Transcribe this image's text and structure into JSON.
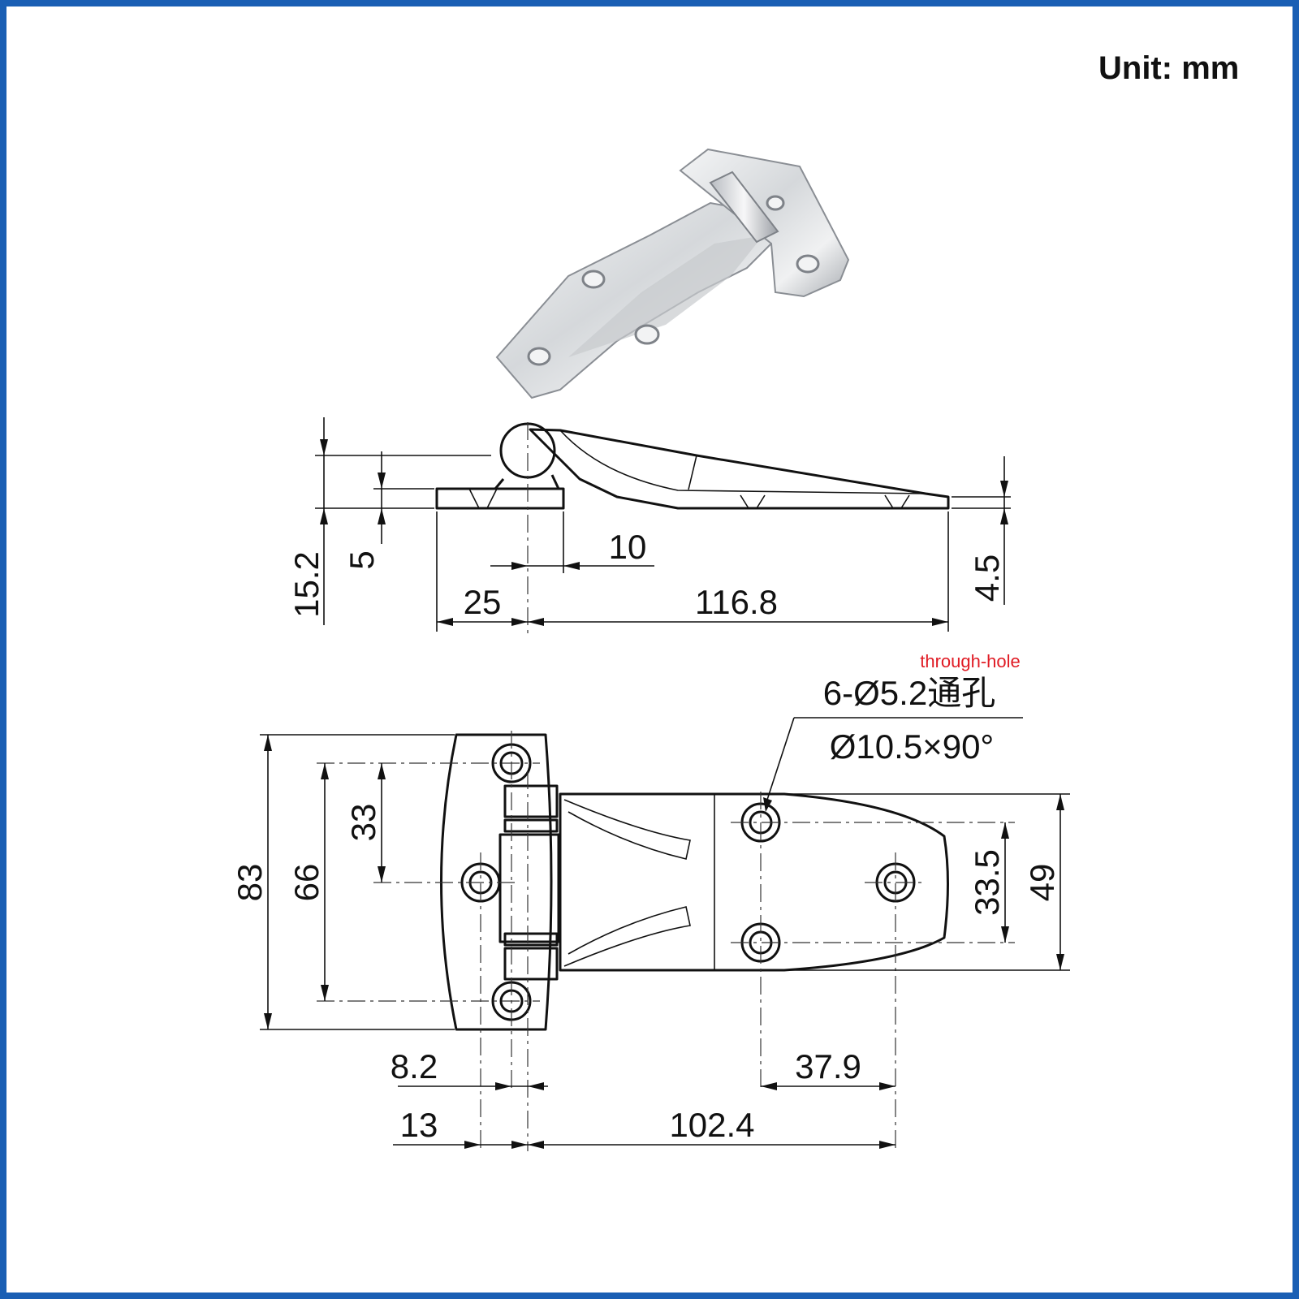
{
  "unit_label": "Unit:  mm",
  "side_view": {
    "dims": {
      "height_total": "15.2",
      "base_thickness": "5",
      "pin_offset": "10",
      "end_thickness": "4.5",
      "base_length": "25",
      "leaf_length": "116.8"
    }
  },
  "top_view": {
    "hole_callout": {
      "note": "through-hole",
      "line1": "6-Ø5.2通孔",
      "line2": "Ø10.5×90°"
    },
    "dims": {
      "overall_height": "83",
      "hole_spacing_outer": "66",
      "hole_spacing_half": "33",
      "right_holes": "33.5",
      "leaf_width": "49",
      "offset_8_2": "8.2",
      "offset_13": "13",
      "spacing_37_9": "37.9",
      "spacing_102_4": "102.4"
    }
  },
  "colors": {
    "frame": "#1a5fb4",
    "metal_light": "#e8e9eb",
    "metal_dark": "#9a9ea4",
    "note": "#e01b24"
  }
}
